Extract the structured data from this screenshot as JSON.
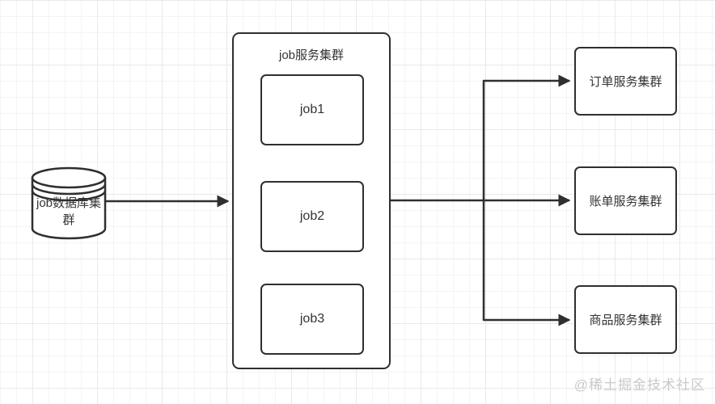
{
  "diagram": {
    "database": {
      "label": "job数据库集群"
    },
    "job_cluster": {
      "title": "job服务集群",
      "jobs": [
        "job1",
        "job2",
        "job3"
      ]
    },
    "services": [
      {
        "label": "订单服务集群"
      },
      {
        "label": "账单服务集群"
      },
      {
        "label": "商品服务集群"
      }
    ],
    "watermark": "@稀土掘金技术社区",
    "colors": {
      "stroke": "#2f2f2f",
      "text": "#333333",
      "node_fill": "#ffffff",
      "watermark": "#c9c9c9",
      "grid_minor": "#f4f4f4",
      "grid_major": "#e9e9e9",
      "background": "#ffffff"
    }
  }
}
